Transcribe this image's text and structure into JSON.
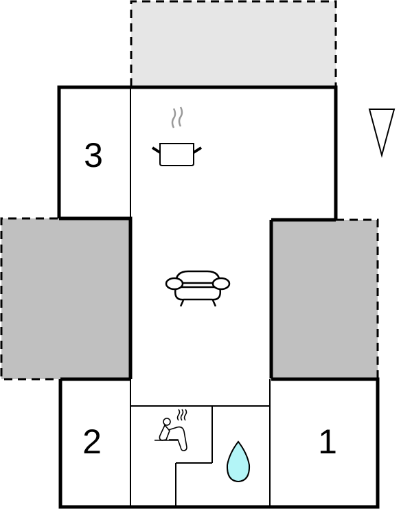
{
  "diagram": {
    "type": "floor-plan",
    "colors": {
      "wall": "#000000",
      "background": "#ffffff",
      "terrace_light": "#e6e6e6",
      "terrace_dark": "#c0c0c0",
      "water_drop": "#b3f5f7",
      "steam": "#999999"
    },
    "outdoor_areas": [
      {
        "id": "terrace-top",
        "shade": "light",
        "border": "dashed"
      },
      {
        "id": "terrace-left",
        "shade": "dark",
        "border": "dashed"
      },
      {
        "id": "terrace-right",
        "shade": "dark",
        "border": "dashed"
      }
    ],
    "rooms": [
      {
        "id": "bedroom-1",
        "label": "1"
      },
      {
        "id": "bedroom-2",
        "label": "2"
      },
      {
        "id": "bedroom-3",
        "label": "3"
      },
      {
        "id": "kitchen-living",
        "icons": [
          "cooking-pot-icon",
          "sofa-icon"
        ]
      },
      {
        "id": "sauna",
        "icons": [
          "sauna-icon"
        ]
      },
      {
        "id": "bathroom",
        "icons": [
          "water-drop-icon"
        ]
      }
    ],
    "orientation": {
      "icon": "north-arrow-icon",
      "shape": "inverted-triangle"
    }
  }
}
